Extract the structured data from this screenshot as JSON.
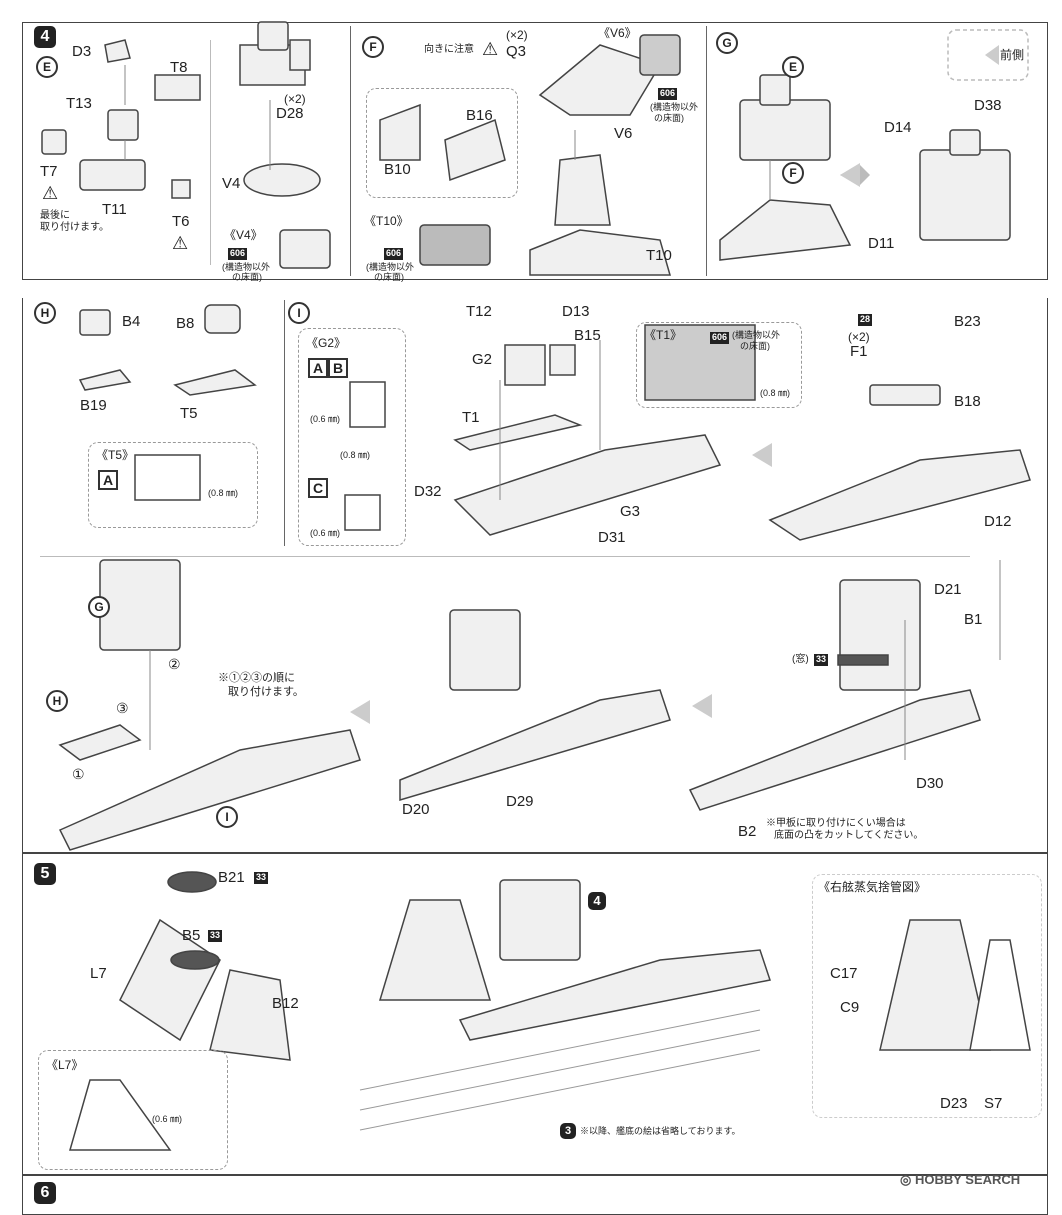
{
  "steps": {
    "s4": "4",
    "s5": "5",
    "s6": "6"
  },
  "subs": {
    "E": "E",
    "F": "F",
    "G": "G",
    "H": "H",
    "I": "I"
  },
  "parts": {
    "D3": "D3",
    "T8": "T8",
    "T13": "T13",
    "T7": "T7",
    "T11": "T11",
    "T6": "T6",
    "D28": "D28",
    "x2a": "(×2)",
    "V4": "V4",
    "Q3": "Q3",
    "x2b": "(×2)",
    "B16": "B16",
    "B10": "B10",
    "V6": "V6",
    "T10": "T10",
    "D38": "D38",
    "D14": "D14",
    "D11": "D11",
    "B4": "B4",
    "B8": "B8",
    "B19": "B19",
    "T5": "T5",
    "T12": "T12",
    "D13": "D13",
    "B15": "B15",
    "G2": "G2",
    "T1": "T1",
    "D32": "D32",
    "G3": "G3",
    "D31": "D31",
    "B23": "B23",
    "F1": "F1",
    "x2c": "(×2)",
    "B18": "B18",
    "c28": "28",
    "D12": "D12",
    "D21": "D21",
    "B1": "B1",
    "D20": "D20",
    "D29": "D29",
    "D30": "D30",
    "B2": "B2",
    "B21": "B21",
    "B5": "B5",
    "L7": "L7",
    "B12": "B12",
    "C17": "C17",
    "C9": "C9",
    "D23": "D23",
    "S7": "S7"
  },
  "notes": {
    "caution_dir": "向きに注意",
    "last_attach_1": "最後に",
    "last_attach_2": "取り付けます。",
    "v4_box": "《V4》",
    "v6_box": "《V6》",
    "t10_box": "《T10》",
    "g2_box": "《G2》",
    "t5_box": "《T5》",
    "t1_box": "《T1》",
    "l7_box": "《L7》",
    "exclude_1": "(構造物以外",
    "exclude_2": "の床面)",
    "code606": "606",
    "code33": "33",
    "drill": "(0.8 ㎜)",
    "drill06": "(0.6 ㎜)",
    "order_1": "※①②③の順に",
    "order_2": "取り付けます。",
    "window": "(窓)",
    "cut_1": "※甲板に取り付けにくい場合は",
    "cut_2": "底面の凸をカットしてください。",
    "omitted": "※以降、艦底の絵は省略しております。",
    "steam_title": "《右舷蒸気捨管図》",
    "forward": "前側",
    "n1": "①",
    "n2": "②",
    "n3": "③"
  },
  "labels": {
    "A": "A",
    "B": "B",
    "C": "C"
  },
  "watermark": "HOBBY SEARCH"
}
